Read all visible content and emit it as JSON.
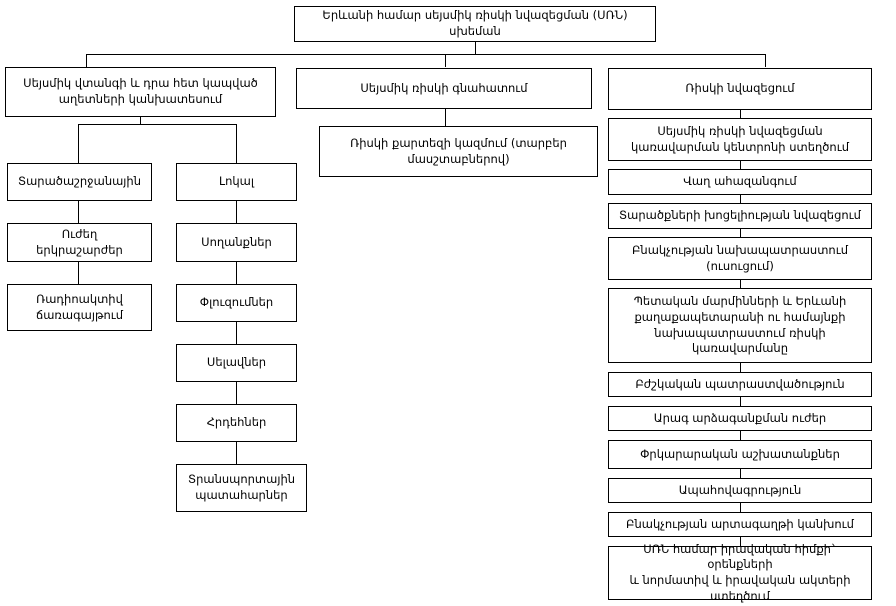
{
  "diagram": {
    "title_box": {
      "id": "root",
      "label": "Երևանի համար սեյսմիկ ռիսկի նվազեցման (ՍՌՆ)\nսխեման"
    },
    "branches": [
      {
        "id": "branch-left",
        "label": "Սեյսմիկ վտանգի և դրա հետ կապված\nաղետների կանխատեսում",
        "children": [
          {
            "id": "left-col-a",
            "items": [
              {
                "id": "regional",
                "label": "Տարածաշրջանային"
              },
              {
                "id": "strong-earthquakes",
                "label": "Ուժեղ\nերկրաշարժեր"
              },
              {
                "id": "radioactive-radiation",
                "label": "Ռադիոակտիվ\nճառագայթում"
              }
            ]
          },
          {
            "id": "left-col-b",
            "items": [
              {
                "id": "local",
                "label": "Լոկալ"
              },
              {
                "id": "landslides",
                "label": "Սողանքներ"
              },
              {
                "id": "floods",
                "label": "Փլուզումներ"
              },
              {
                "id": "flash-floods",
                "label": "Սելավներ"
              },
              {
                "id": "fires",
                "label": "Հրդեհներ"
              },
              {
                "id": "transport-accidents",
                "label": "Տրանսպորտային\nպատահարներ"
              }
            ]
          }
        ]
      },
      {
        "id": "branch-middle",
        "label": "Սեյսմիկ ռիսկի գնահատում",
        "children": [
          {
            "id": "risk-map",
            "label": "Ռիսկի քարտեզի կազմում (տարբեր\nմասշտաբներով)"
          }
        ]
      },
      {
        "id": "branch-right",
        "label": "Ռիսկի նվազեցում",
        "children": [
          {
            "id": "r1",
            "label": "Սեյսմիկ ռիսկի նվազեցման\nկառավարման կենտրոնի ստեղծում"
          },
          {
            "id": "r2",
            "label": "Վաղ ահազանգում"
          },
          {
            "id": "r3",
            "label": "Տարածքների խոցելիության նվազեցում"
          },
          {
            "id": "r4",
            "label": "Բնակչության նախապատրաստում\n(ուսուցում)"
          },
          {
            "id": "r5",
            "label": "Պետական մարմինների և Երևանի\nքաղաքապետարանի ու համայնքի\nնախապատրաստում ռիսկի\nկառավարմանը"
          },
          {
            "id": "r6",
            "label": "Բժշկական պատրաստվածություն"
          },
          {
            "id": "r7",
            "label": "Արագ արձագանքման ուժեր"
          },
          {
            "id": "r8",
            "label": "Փրկարարական աշխատանքներ"
          },
          {
            "id": "r9",
            "label": "Ապահովագրություն"
          },
          {
            "id": "r10",
            "label": "Բնակչության արտագաղթի կանխում"
          },
          {
            "id": "r11",
            "label": "ՍՌՆ համար իրավական հիմքի` օրենքների\nև նորմատիվ և իրավական ակտերի\nստեղծում"
          }
        ]
      }
    ]
  },
  "colors": {
    "border": "#000000",
    "background": "#ffffff",
    "text": "#000000"
  }
}
